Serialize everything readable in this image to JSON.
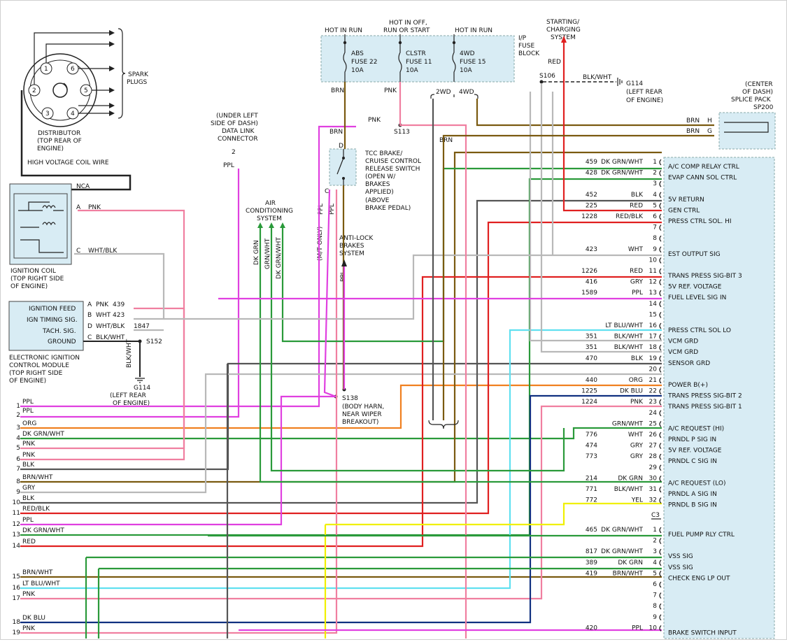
{
  "distributor": {
    "label_lines": [
      "DISTRIBUTOR",
      "(TOP REAR OF",
      "ENGINE)"
    ],
    "terminals": [
      "1",
      "6",
      "2",
      "5",
      "3",
      "4"
    ],
    "spark_plugs_lines": [
      "SPARK",
      "PLUGS"
    ],
    "hv_wire": "HIGH VOLTAGE COIL WIRE"
  },
  "ignition_coil": {
    "nca": "NCA",
    "pin_a": "A",
    "wire_a": "PNK",
    "pin_c": "C",
    "wire_c": "WHT/BLK",
    "label_lines": [
      "IGNITION COIL",
      "(TOP RIGHT SIDE",
      "OF ENGINE)"
    ]
  },
  "eicm": {
    "pins": [
      {
        "name": "IGNITION FEED",
        "pin": "A",
        "wire": "PNK",
        "circuit": "439"
      },
      {
        "name": "IGN TIMING SIG.",
        "pin": "B",
        "wire": "WHT",
        "circuit": "423"
      },
      {
        "name": "TACH. SIG.",
        "pin": "D",
        "wire": "WHT/BLK",
        "circuit": "1847"
      },
      {
        "name": "GROUND",
        "pin": "C",
        "wire": "BLK/WHT",
        "circuit": ""
      }
    ],
    "label_lines": [
      "ELECTRONIC IGNITION",
      "CONTROL MODULE",
      "(TOP RIGHT SIDE",
      "OF ENGINE)"
    ],
    "splice": "S152",
    "ground_wire": "BLK/WHT",
    "ground": "G114",
    "ground_loc_lines": [
      "(LEFT REAR",
      "OF ENGINE)"
    ]
  },
  "fuse_block": {
    "label_lines": [
      "I/P",
      "FUSE",
      "BLOCK"
    ],
    "columns": [
      {
        "header": [
          "HOT IN RUN"
        ],
        "fuse": [
          "ABS",
          "FUSE 22",
          "10A"
        ],
        "wire": "BRN"
      },
      {
        "header": [
          "HOT IN OFF,",
          "RUN OR START"
        ],
        "fuse": [
          "CLSTR",
          "FUSE 11",
          "10A"
        ],
        "wire": "PNK"
      },
      {
        "header": [
          "HOT IN RUN"
        ],
        "fuse": [
          "4WD",
          "FUSE 15",
          "10A"
        ],
        "wire": ""
      }
    ],
    "wd_labels": [
      "2WD",
      "4WD"
    ]
  },
  "charging": {
    "label_lines": [
      "STARTING/",
      "CHARGING",
      "SYSTEM"
    ],
    "wire": "RED",
    "splice": "S106",
    "ground_wire": "BLK/WHT",
    "ground": "G114",
    "ground_loc_lines": [
      "(LEFT REAR",
      "OF ENGINE)"
    ]
  },
  "splice_pack": {
    "label_lines": [
      "(CENTER",
      "OF DASH)",
      "SPLICE PACK",
      "SP200"
    ],
    "pins": [
      {
        "wire": "BRN",
        "pin": "H"
      },
      {
        "wire": "BRN",
        "pin": "G"
      }
    ]
  },
  "dlc": {
    "label_lines": [
      "(UNDER LEFT",
      "SIDE OF DASH)",
      "DATA LINK",
      "CONNECTOR"
    ],
    "pin": "2",
    "wire": "PPL"
  },
  "tcc_switch": {
    "label_lines": [
      "TCC BRAKE/",
      "CRUISE CONTROL",
      "RELEASE SWITCH",
      "(OPEN W/",
      "BRAKES",
      "APPLIED)",
      "(ABOVE",
      "BRAKE PEDAL)"
    ],
    "pin_d": "D",
    "pin_c": "C",
    "wire_in": "BRN",
    "wire_pnk": "PNK",
    "splice": "S113"
  },
  "ac_system": {
    "label_lines": [
      "AIR",
      "CONDITIONING",
      "SYSTEM"
    ],
    "wires": [
      "DK GRN",
      "GRN/WHT",
      "DK GRN/WHT"
    ]
  },
  "abs_system": {
    "label_lines": [
      "ANTI-LOCK",
      "BRAKES",
      "SYSTEM"
    ],
    "wire": "PPL"
  },
  "mt_only": "(M/T ONLY)",
  "ppl_label": "PPL",
  "brn_label": "BRN",
  "s138": {
    "splice": "S138",
    "label_lines": [
      "(BODY HARN,",
      "NEAR WIPER",
      "BREAKOUT)"
    ]
  },
  "left_rows": [
    {
      "num": "1",
      "wire": "PPL"
    },
    {
      "num": "2",
      "wire": "PPL"
    },
    {
      "num": "3",
      "wire": "ORG"
    },
    {
      "num": "4",
      "wire": "DK GRN/WHT"
    },
    {
      "num": "5",
      "wire": "PNK"
    },
    {
      "num": "6",
      "wire": "PNK"
    },
    {
      "num": "7",
      "wire": "BLK"
    },
    {
      "num": "8",
      "wire": "BRN/WHT"
    },
    {
      "num": "9",
      "wire": "GRY"
    },
    {
      "num": "10",
      "wire": "BLK"
    },
    {
      "num": "11",
      "wire": "RED/BLK"
    },
    {
      "num": "12",
      "wire": "PPL"
    },
    {
      "num": "13",
      "wire": "DK GRN/WHT"
    },
    {
      "num": "14",
      "wire": "RED"
    },
    {
      "num": "",
      "wire": ""
    },
    {
      "num": "15",
      "wire": "BRN/WHT"
    },
    {
      "num": "16",
      "wire": "LT BLU/WHT"
    },
    {
      "num": "17",
      "wire": "PNK"
    },
    {
      "num": "",
      "wire": ""
    },
    {
      "num": "18",
      "wire": "DK BLU"
    },
    {
      "num": "19",
      "wire": "PNK"
    }
  ],
  "vcm_c2": [
    {
      "circuit": "459",
      "wire": "DK GRN/WHT",
      "pin": "1",
      "function": "A/C COMP RELAY CTRL"
    },
    {
      "circuit": "428",
      "wire": "DK GRN/WHT",
      "pin": "2",
      "function": "EVAP CANN SOL CTRL"
    },
    {
      "circuit": "",
      "wire": "",
      "pin": "3",
      "function": ""
    },
    {
      "circuit": "452",
      "wire": "BLK",
      "pin": "4",
      "function": "5V RETURN"
    },
    {
      "circuit": "225",
      "wire": "RED",
      "pin": "5",
      "function": "GEN CTRL"
    },
    {
      "circuit": "1228",
      "wire": "RED/BLK",
      "pin": "6",
      "function": "PRESS CTRL SOL. HI"
    },
    {
      "circuit": "",
      "wire": "",
      "pin": "7",
      "function": ""
    },
    {
      "circuit": "",
      "wire": "",
      "pin": "8",
      "function": ""
    },
    {
      "circuit": "423",
      "wire": "WHT",
      "pin": "9",
      "function": "EST OUTPUT SIG"
    },
    {
      "circuit": "",
      "wire": "",
      "pin": "10",
      "function": ""
    },
    {
      "circuit": "1226",
      "wire": "RED",
      "pin": "11",
      "function": "TRANS PRESS SIG-BIT 3"
    },
    {
      "circuit": "416",
      "wire": "GRY",
      "pin": "12",
      "function": "5V REF. VOLTAGE"
    },
    {
      "circuit": "1589",
      "wire": "PPL",
      "pin": "13",
      "function": "FUEL LEVEL SIG IN"
    },
    {
      "circuit": "",
      "wire": "",
      "pin": "14",
      "function": ""
    },
    {
      "circuit": "",
      "wire": "",
      "pin": "15",
      "function": ""
    },
    {
      "circuit": "",
      "wire": "LT BLU/WHT",
      "pin": "16",
      "function": "PRESS CTRL SOL LO"
    },
    {
      "circuit": "351",
      "wire": "BLK/WHT",
      "pin": "17",
      "function": "VCM GRD"
    },
    {
      "circuit": "351",
      "wire": "BLK/WHT",
      "pin": "18",
      "function": "VCM GRD"
    },
    {
      "circuit": "470",
      "wire": "BLK",
      "pin": "19",
      "function": "SENSOR GRD"
    },
    {
      "circuit": "",
      "wire": "",
      "pin": "20",
      "function": ""
    },
    {
      "circuit": "440",
      "wire": "ORG",
      "pin": "21",
      "function": "POWER B(+)"
    },
    {
      "circuit": "1225",
      "wire": "DK BLU",
      "pin": "22",
      "function": "TRANS PRESS SIG-BIT 2"
    },
    {
      "circuit": "1224",
      "wire": "PNK",
      "pin": "23",
      "function": "TRANS PRESS SIG-BIT 1"
    },
    {
      "circuit": "",
      "wire": "",
      "pin": "24",
      "function": ""
    },
    {
      "circuit": "",
      "wire": "GRN/WHT",
      "pin": "25",
      "function": "A/C REQUEST (HI)"
    },
    {
      "circuit": "776",
      "wire": "WHT",
      "pin": "26",
      "function": "PRNDL P SIG IN"
    },
    {
      "circuit": "474",
      "wire": "GRY",
      "pin": "27",
      "function": "5V REF. VOLTAGE"
    },
    {
      "circuit": "773",
      "wire": "GRY",
      "pin": "28",
      "function": "PRNDL C SIG IN"
    },
    {
      "circuit": "",
      "wire": "",
      "pin": "29",
      "function": ""
    },
    {
      "circuit": "214",
      "wire": "DK GRN",
      "pin": "30",
      "function": "A/C REQUEST (LO)"
    },
    {
      "circuit": "771",
      "wire": "BLK/WHT",
      "pin": "31",
      "function": "PRNDL A SIG IN"
    },
    {
      "circuit": "772",
      "wire": "YEL",
      "pin": "32",
      "function": "PRNDL B SIG IN"
    }
  ],
  "c3_label": "C3",
  "vcm_c3": [
    {
      "circuit": "465",
      "wire": "DK GRN/WHT",
      "pin": "1",
      "function": "FUEL PUMP RLY CTRL"
    },
    {
      "circuit": "",
      "wire": "",
      "pin": "2",
      "function": ""
    },
    {
      "circuit": "817",
      "wire": "DK GRN/WHT",
      "pin": "3",
      "function": "VSS SIG"
    },
    {
      "circuit": "389",
      "wire": "DK GRN",
      "pin": "4",
      "function": "VSS SIG"
    },
    {
      "circuit": "419",
      "wire": "BRN/WHT",
      "pin": "5",
      "function": "CHECK ENG LP OUT"
    },
    {
      "circuit": "",
      "wire": "",
      "pin": "6",
      "function": ""
    },
    {
      "circuit": "",
      "wire": "",
      "pin": "7",
      "function": ""
    },
    {
      "circuit": "",
      "wire": "",
      "pin": "8",
      "function": ""
    },
    {
      "circuit": "",
      "wire": "",
      "pin": "9",
      "function": ""
    },
    {
      "circuit": "420",
      "wire": "PPL",
      "pin": "10",
      "function": "BRAKE SWITCH INPUT"
    }
  ],
  "colors": {
    "PPL": "#e040e0",
    "PNK": "#f07fa0",
    "ORG": "#f08020",
    "DKGRN": "#2a9a3a",
    "BLK": "#555555",
    "BRN": "#7a5a10",
    "GRY": "#b8b8b8",
    "RED": "#e02020",
    "LTBLU": "#60e0f0",
    "DKBLU": "#103080",
    "YEL": "#f0f000",
    "WHT": "#d8d8d8"
  }
}
